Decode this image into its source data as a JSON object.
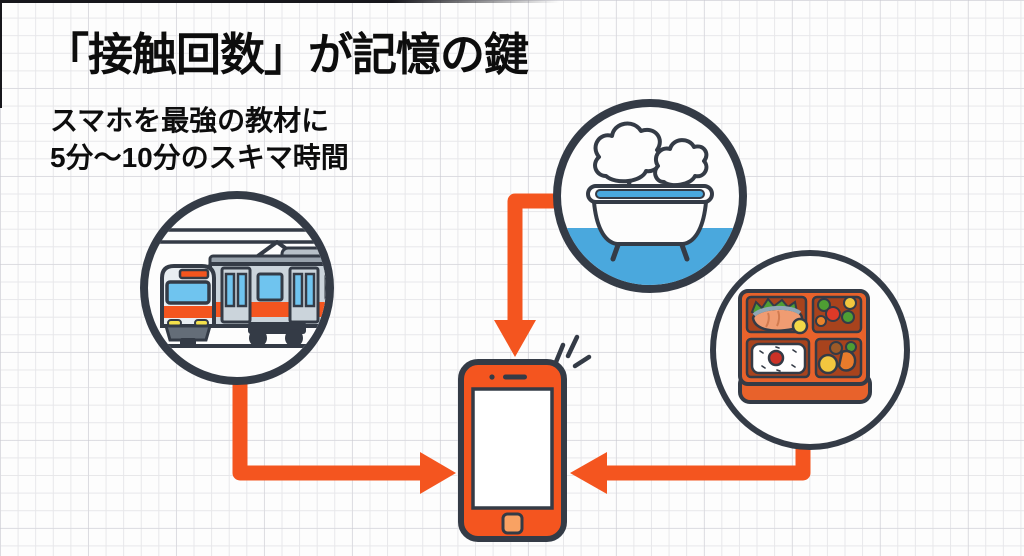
{
  "slide": {
    "title": "「接触回数」が記憶の鍵",
    "subtitle_lines": [
      "スマホを最強の教材に",
      "5分〜10分のスキマ時間"
    ]
  },
  "diagram": {
    "icons": [
      {
        "name": "train-commute-icon"
      },
      {
        "name": "bathtub-icon"
      },
      {
        "name": "bento-meal-icon"
      },
      {
        "name": "smartphone-icon"
      },
      {
        "name": "notification-sparkle-icon"
      }
    ],
    "arrows": [
      {
        "name": "arrow-train-to-phone",
        "from": "train-commute-icon",
        "to": "smartphone-icon"
      },
      {
        "name": "arrow-bath-to-phone",
        "from": "bathtub-icon",
        "to": "smartphone-icon"
      },
      {
        "name": "arrow-bento-to-phone",
        "from": "bento-meal-icon",
        "to": "smartphone-icon"
      }
    ]
  },
  "colors": {
    "accent_orange": "#F4551F",
    "outline_dark": "#343B46",
    "water_blue": "#4AA8DD",
    "window_blue": "#6FC4EF",
    "background": "#FDFDFD",
    "grid_line": "#E7E7EA",
    "text_black": "#0D0D0D"
  }
}
